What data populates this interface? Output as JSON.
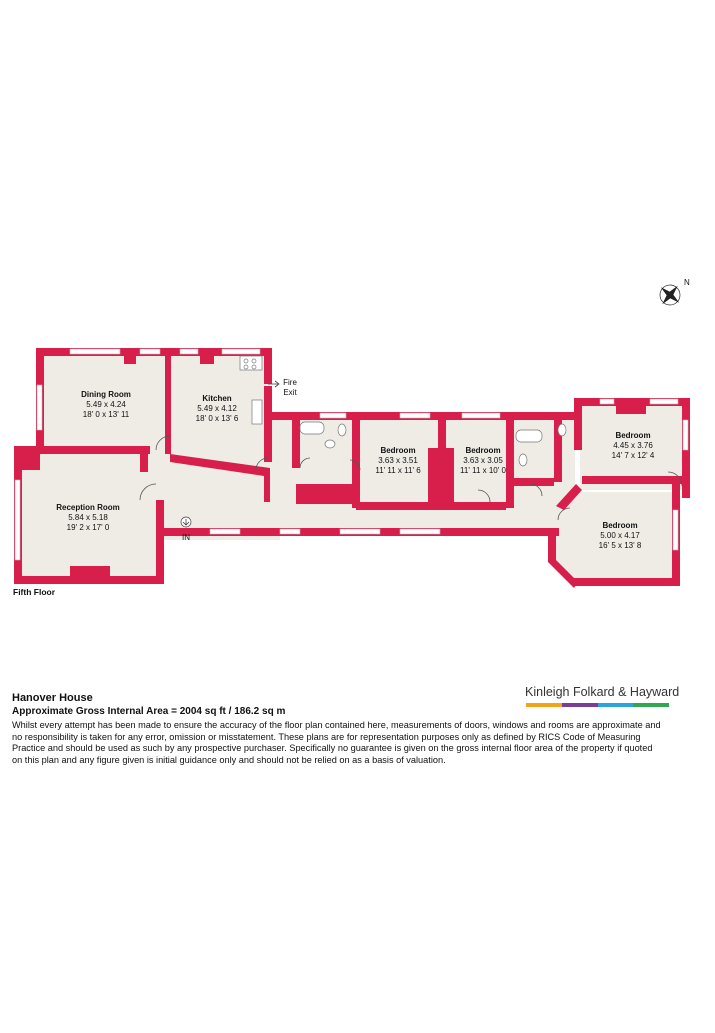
{
  "property_name": "Hanover House",
  "gross_area": "Approximate Gross Internal Area = 2004 sq ft / 186.2 sq m",
  "floor_label": "Fifth Floor",
  "disclaimer": "Whilst every attempt has been made to ensure the accuracy of the floor plan contained here, measurements of doors, windows and rooms are approximate and no responsibility is taken for any error, omission or misstatement. These plans are for representation purposes only as defined by RICS Code of Measuring Practice and should be used as such by any prospective purchaser. Specifically no guarantee is given on the gross internal floor area of the property if quoted on this plan and any figure given is initial guidance only and should not be relied on as a basis of valuation.",
  "agent_name": "Kinleigh Folkard & Hayward",
  "brand_colors": [
    "#f2a51a",
    "#7a3e96",
    "#2aa3e0",
    "#2fa84f"
  ],
  "wall_color": "#d81e4a",
  "floor_color": "#efece6",
  "compass_label": "N",
  "entrance_label": "IN",
  "fire_exit": [
    "Fire",
    "Exit"
  ],
  "rooms": [
    {
      "name": "Dining Room",
      "metric": "5.49 x 4.24",
      "imperial": "18' 0 x 13' 11"
    },
    {
      "name": "Kitchen",
      "metric": "5.49 x 4.12",
      "imperial": "18' 0 x 13' 6"
    },
    {
      "name": "Reception Room",
      "metric": "5.84 x 5.18",
      "imperial": "19' 2 x 17' 0"
    },
    {
      "name": "Bedroom",
      "metric": "3.63 x 3.51",
      "imperial": "11' 11 x 11' 6"
    },
    {
      "name": "Bedroom",
      "metric": "3.63 x 3.05",
      "imperial": "11' 11 x 10' 0"
    },
    {
      "name": "Bedroom",
      "metric": "4.45 x 3.76",
      "imperial": "14' 7 x 12' 4"
    },
    {
      "name": "Bedroom",
      "metric": "5.00 x 4.17",
      "imperial": "16' 5 x 13' 8"
    }
  ]
}
